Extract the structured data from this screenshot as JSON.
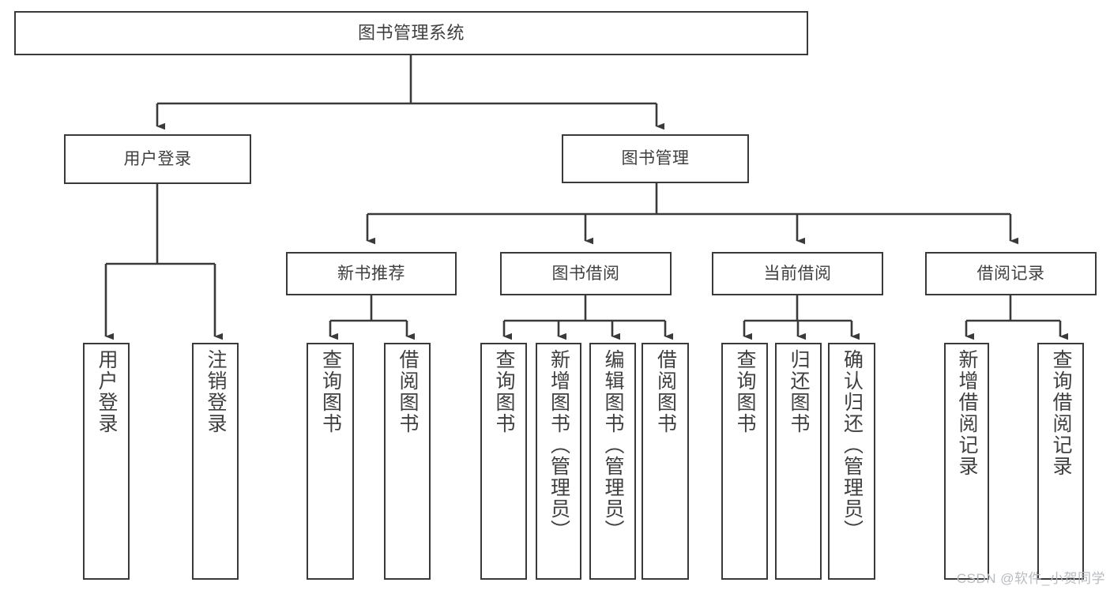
{
  "diagram": {
    "title": "图书管理系统",
    "watermark": "CSDN @软件_小贺同学",
    "colors": {
      "stroke": "#3a3a3a",
      "text": "#3f3f3f",
      "background": "#ffffff",
      "watermark": "#b8bcc0"
    },
    "root": {
      "label": "图书管理系统"
    },
    "level1": [
      {
        "label": "用户登录"
      },
      {
        "label": "图书管理"
      }
    ],
    "level2": [
      {
        "label": "新书推荐"
      },
      {
        "label": "图书借阅"
      },
      {
        "label": "当前借阅"
      },
      {
        "label": "借阅记录"
      }
    ],
    "leaves": {
      "user_login": [
        {
          "label": "用户登录"
        },
        {
          "label": "注销登录"
        }
      ],
      "new_book": [
        {
          "label": "查询图书"
        },
        {
          "label": "借阅图书"
        }
      ],
      "book_borrow": [
        {
          "label": "查询图书"
        },
        {
          "label": "新增图书（管理员）"
        },
        {
          "label": "编辑图书（管理员）"
        },
        {
          "label": "借阅图书"
        }
      ],
      "current_borrow": [
        {
          "label": "查询图书"
        },
        {
          "label": "归还图书"
        },
        {
          "label": "确认归还（管理员）"
        }
      ],
      "borrow_record": [
        {
          "label": "新增借阅记录"
        },
        {
          "label": "查询借阅记录"
        }
      ]
    }
  }
}
